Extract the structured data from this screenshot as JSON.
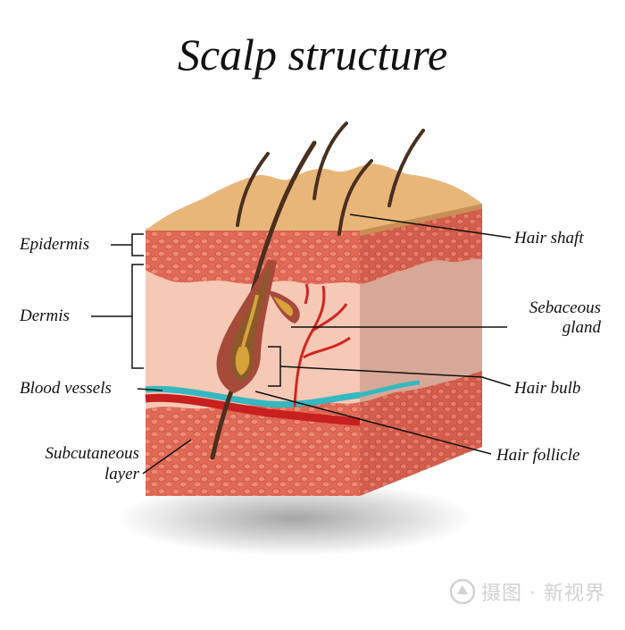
{
  "title": "Scalp structure",
  "labels": {
    "epidermis": "Epidermis",
    "dermis": "Dermis",
    "blood_vessels": "Blood vessels",
    "subcutaneous_1": "Subcutaneous",
    "subcutaneous_2": "layer",
    "hair_shaft": "Hair shaft",
    "sebaceous_1": "Sebaceous",
    "sebaceous_2": "gland",
    "hair_bulb": "Hair bulb",
    "hair_follicle": "Hair follicle"
  },
  "watermark": "摄图 · 新视界",
  "colors": {
    "skin_top": "#e9b67a",
    "epidermis": "#e0705e",
    "dermis": "#f5c9b6",
    "dermis_side": "#d7a898",
    "subcutaneous": "#e07860",
    "hair": "#4a2f1e",
    "vessel_red": "#c8201e",
    "vessel_blue": "#35b8c0",
    "gland": "#a64a3a"
  }
}
